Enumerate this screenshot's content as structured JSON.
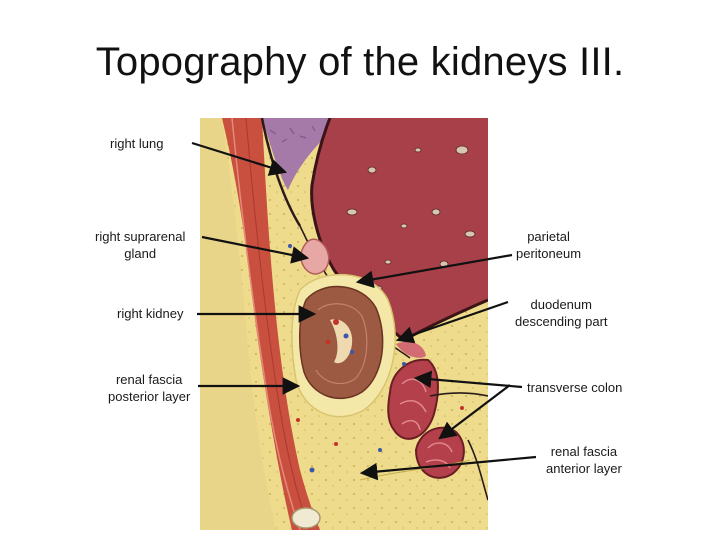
{
  "slide": {
    "title": "Topography of the kidneys III."
  },
  "labels": {
    "right_lung": "right lung",
    "right_suprarenal": [
      "right suprarenal",
      "gland"
    ],
    "right_kidney": "right kidney",
    "renal_fascia_posterior": [
      "renal fascia",
      "posterior layer"
    ],
    "parietal_peritoneum": [
      "parietal",
      "peritoneum"
    ],
    "duodenum": [
      "duodenum",
      "descending part"
    ],
    "transverse_colon": "transverse colon",
    "renal_fascia_anterior": [
      "renal fascia",
      "anterior layer"
    ]
  },
  "colors": {
    "liver": "#a8404a",
    "lung": "#a57aa8",
    "muscle": "#c94f3f",
    "fat": "#eedc8c",
    "kidney": "#9c5a42",
    "colon": "#b3404a",
    "arrow": "#111111"
  }
}
